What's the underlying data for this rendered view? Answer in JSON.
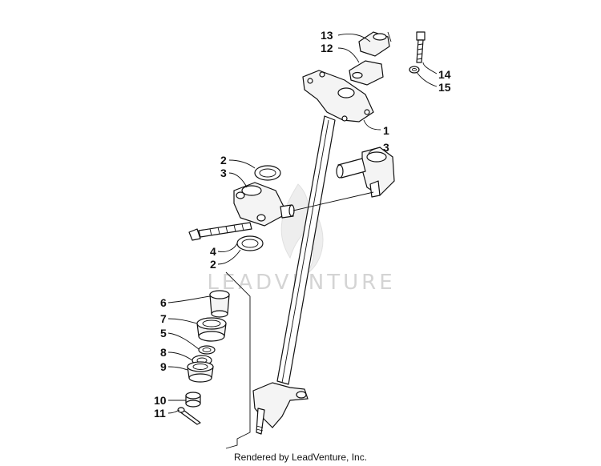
{
  "watermark": {
    "text": "LEADVENTURE",
    "color": "#d4d4d4"
  },
  "callouts": {
    "c13": "13",
    "c12": "12",
    "c14": "14",
    "c15": "15",
    "c1": "1",
    "c3_right": "3",
    "c2_top": "2",
    "c3_left": "3",
    "c4": "4",
    "c2_bottom": "2",
    "c6": "6",
    "c7": "7",
    "c5": "5",
    "c8": "8",
    "c9": "9",
    "c10": "10",
    "c11": "11"
  },
  "footer": {
    "credit": "Rendered by LeadVenture, Inc."
  }
}
